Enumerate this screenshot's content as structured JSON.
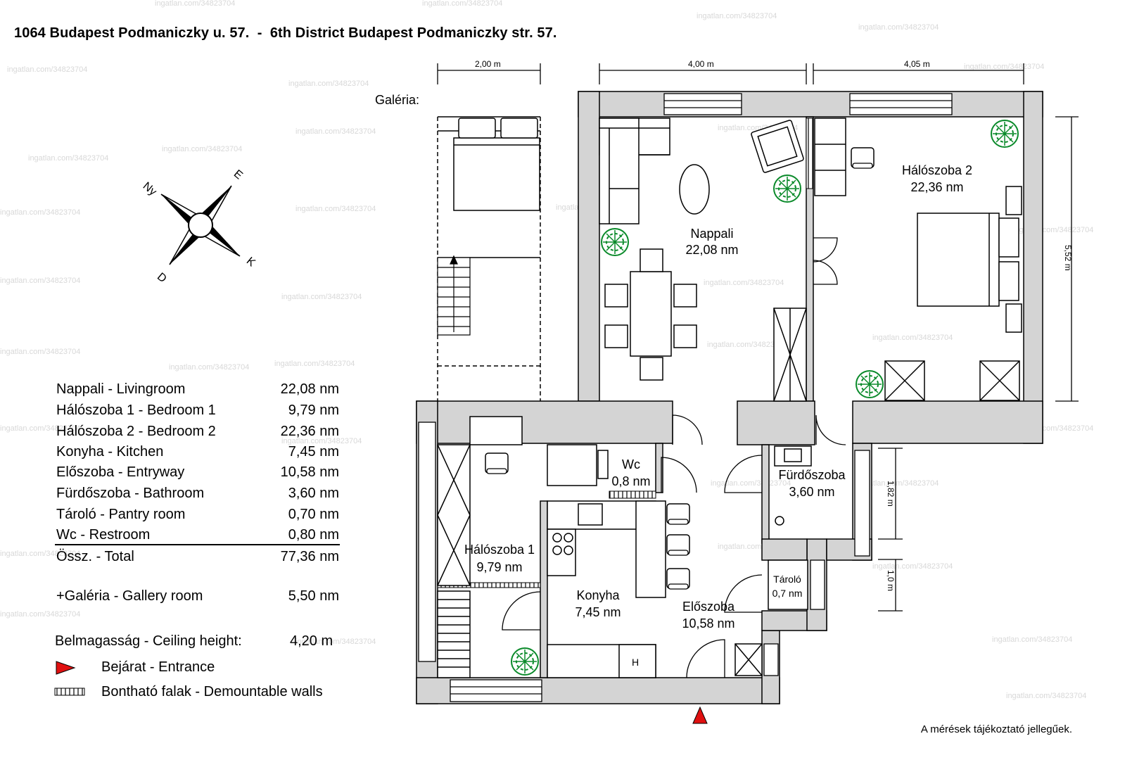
{
  "title": "1064 Budapest Podmaniczky u. 57.  -  6th District Budapest Podmaniczky str. 57.",
  "watermark": "ingatlan.com/34823704",
  "compass": {
    "north": "Ny",
    "east": "E",
    "south": "D",
    "west": "K"
  },
  "gallery_label": "Galéria:",
  "dimensions": {
    "gallery_width": "2,00 m",
    "living_width": "4,00 m",
    "bedroom2_width": "4,05 m",
    "bedroom2_depth": "5,52 m",
    "bath_height": "1,82 m",
    "pantry_height": "1,0 m"
  },
  "rooms": {
    "nappali": {
      "name": "Nappali",
      "area": "22,08 nm"
    },
    "haloszoba2": {
      "name": "Hálószoba 2",
      "area": "22,36 nm"
    },
    "haloszoba1": {
      "name": "Hálószoba 1",
      "area": "9,79 nm"
    },
    "wc": {
      "name": "Wc",
      "area": "0,8 nm"
    },
    "furdoszoba": {
      "name": "Fürdőszoba",
      "area": "3,60 nm"
    },
    "konyha": {
      "name": "Konyha",
      "area": "7,45 nm"
    },
    "eloszoba": {
      "name": "Előszoba",
      "area": "10,58 nm"
    },
    "tarolo": {
      "name": "Tároló",
      "area": "0,7 nm"
    }
  },
  "stove_label": "H",
  "legend": [
    {
      "label": "Nappali - Livingroom",
      "value": "22,08 nm"
    },
    {
      "label": "Hálószoba 1 - Bedroom 1",
      "value": "9,79 nm"
    },
    {
      "label": "Hálószoba 2 - Bedroom 2",
      "value": "22,36 nm"
    },
    {
      "label": "Konyha - Kitchen",
      "value": "7,45 nm"
    },
    {
      "label": "Előszoba - Entryway",
      "value": "10,58 nm"
    },
    {
      "label": "Fürdőszoba - Bathroom",
      "value": "3,60 nm"
    },
    {
      "label": "Tároló - Pantry room",
      "value": "0,70 nm"
    },
    {
      "label": "Wc - Restroom",
      "value": "0,80 nm"
    }
  ],
  "total": {
    "label": "Össz. - Total",
    "value": "77,36 nm"
  },
  "gallery_room": {
    "label": "+Galéria - Gallery room",
    "value": "5,50 nm"
  },
  "ceiling": {
    "label": "Belmagasság - Ceiling height:",
    "value": "4,20 m"
  },
  "entrance_label": "Bejárat - Entrance",
  "demountable_label": "Bontható falak - Demountable walls",
  "note": "A mérések tájékoztató jellegűek.",
  "colors": {
    "wall": "#d4d4d4",
    "entrance": "#e01010",
    "plant": "#0a8a2a"
  }
}
